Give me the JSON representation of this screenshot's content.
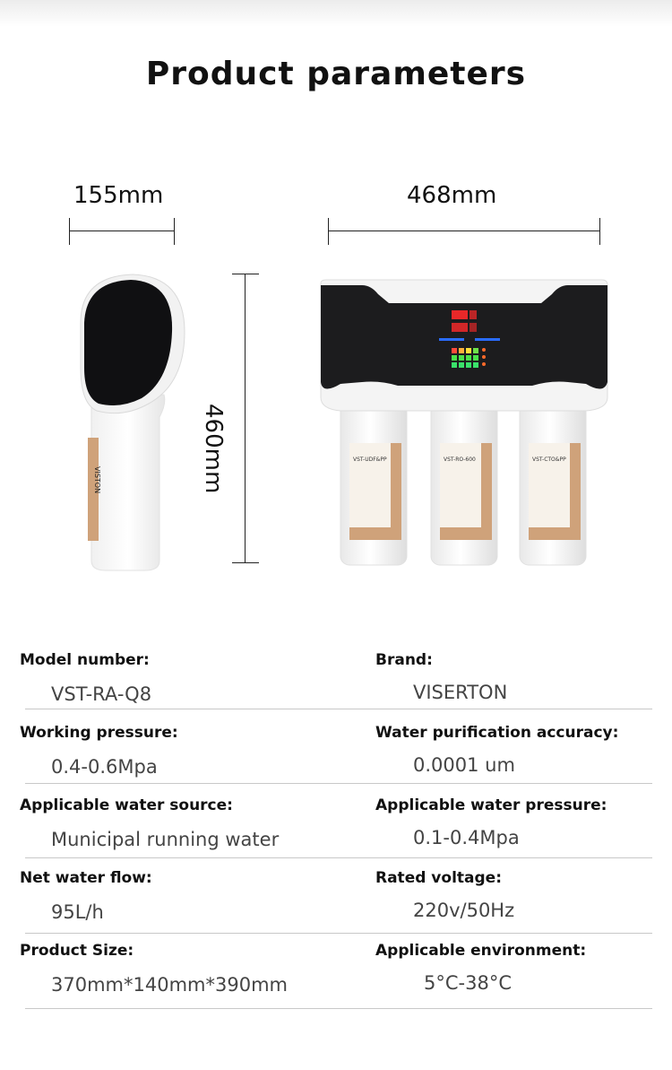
{
  "title": "Product parameters",
  "dimensions": {
    "width_side": "155mm",
    "width_front": "468mm",
    "height": "460mm"
  },
  "product_image": {
    "brand_mark": "VISTON",
    "filter_labels": [
      "VST-UDF&PP",
      "VST-RO-600",
      "VST-CTO&PP"
    ]
  },
  "params": [
    {
      "label": "Model number:",
      "value": "VST-RA-Q8"
    },
    {
      "label": "Brand:",
      "value": "VISERTON"
    },
    {
      "label": "Working pressure:",
      "value": "0.4-0.6Mpa"
    },
    {
      "label": "Water purification accuracy:",
      "value": "0.0001 um"
    },
    {
      "label": "Applicable water source:",
      "value": "Municipal running water"
    },
    {
      "label": "Applicable water pressure:",
      "value": "0.1-0.4Mpa"
    },
    {
      "label": "Net water flow:",
      "value": "95L/h"
    },
    {
      "label": "Rated voltage:",
      "value": "220v/50Hz"
    },
    {
      "label": "Product Size:",
      "value": "370mm*140mm*390mm"
    },
    {
      "label": "Applicable environment:",
      "value": "5°C-38°C"
    }
  ]
}
